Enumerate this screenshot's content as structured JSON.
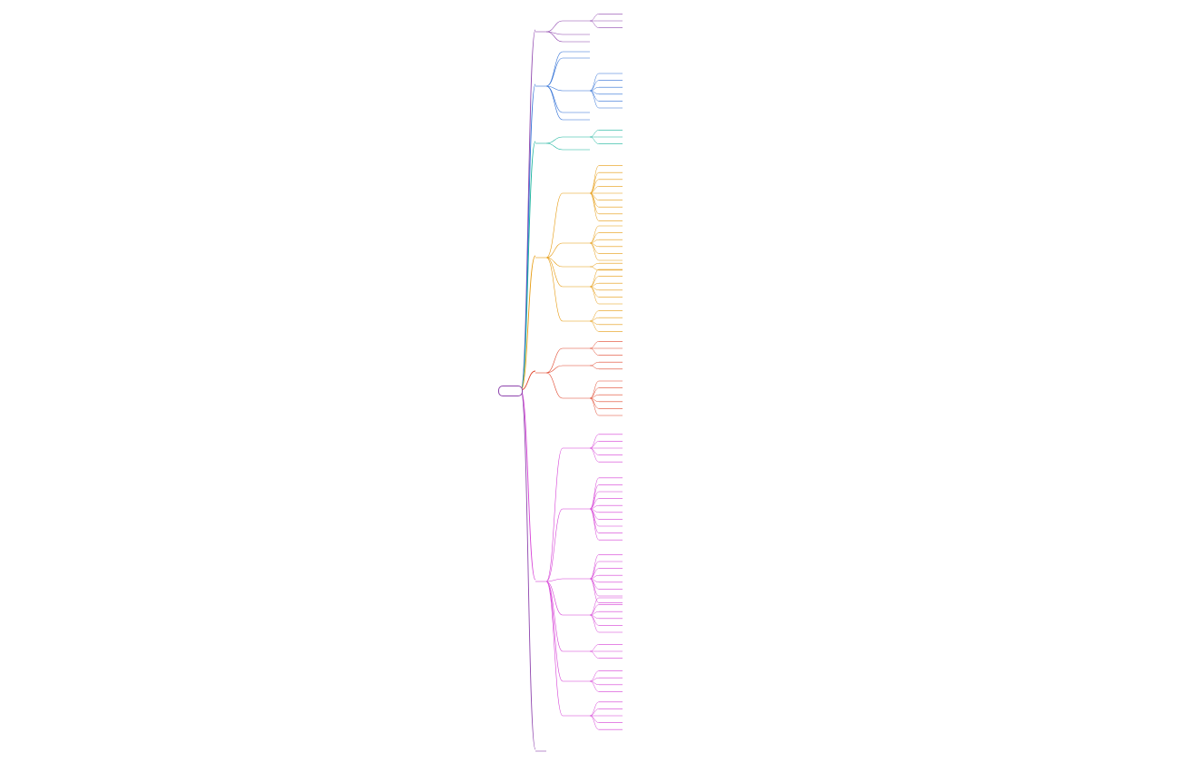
{
  "root": {
    "label": ""
  },
  "branches": [
    {
      "color": "#8e44ad",
      "label": "",
      "children": 4
    },
    {
      "color": "#2e6fd6",
      "label": "",
      "children": 5
    },
    {
      "color": "#16b39b",
      "label": "",
      "children": 2
    },
    {
      "color": "#e69a0e",
      "label": "",
      "children": 5
    },
    {
      "color": "#e0452b",
      "label": "",
      "children": 3
    },
    {
      "color": "#d63fd6",
      "label": "",
      "children": 6
    },
    {
      "color": "#8e44ad",
      "label": "",
      "children": 0
    }
  ]
}
